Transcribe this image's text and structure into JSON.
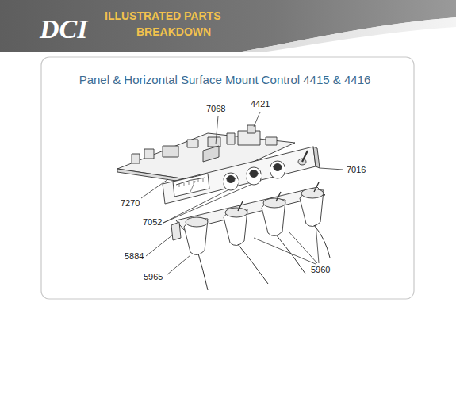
{
  "diagram": {
    "title": "Panel & Horizontal Surface Mount Control 4415 & 4416",
    "labels": [
      "DCI",
      "ILLUSTRATED PARTS",
      "BREAKDOWN",
      "7068",
      "4421",
      "7016",
      "7270",
      "7052",
      "5884",
      "5965",
      "5960"
    ]
  }
}
